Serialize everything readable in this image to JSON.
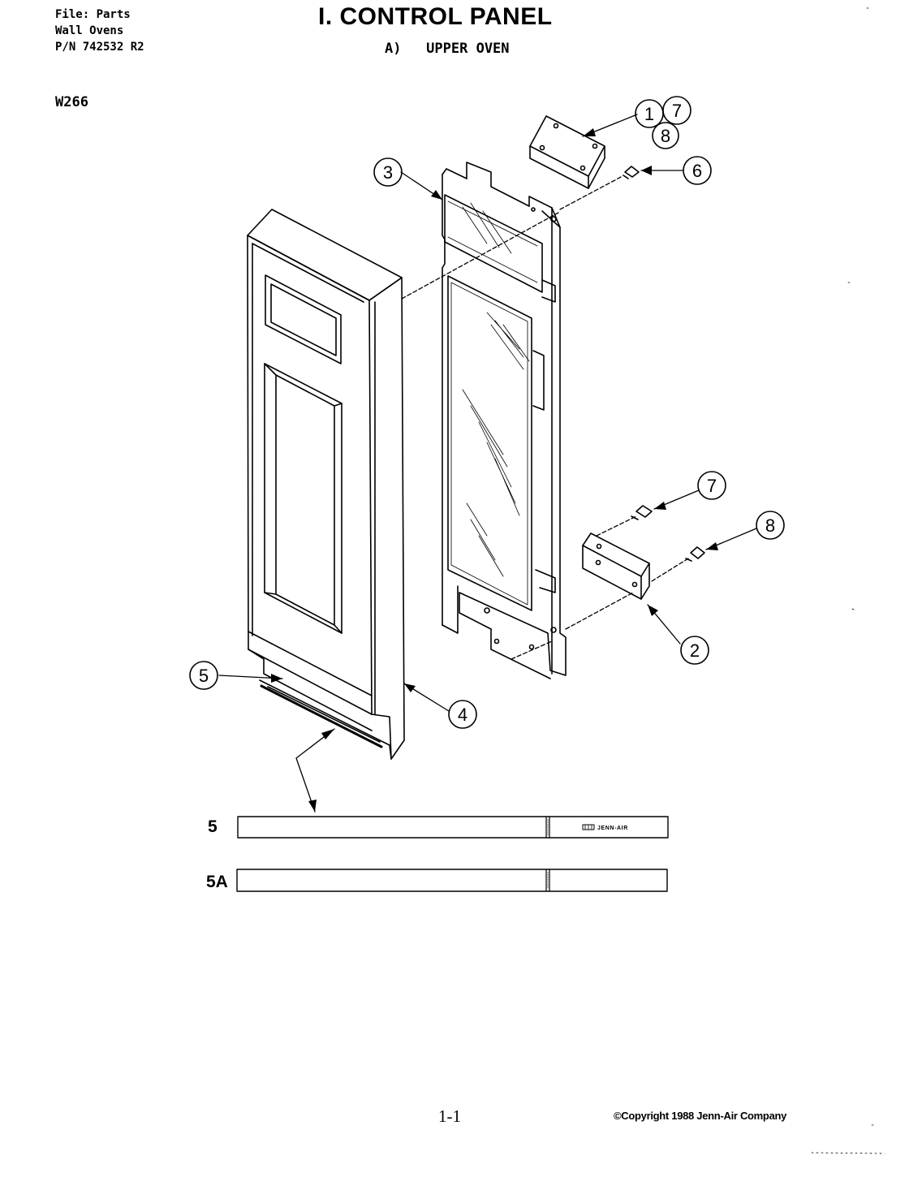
{
  "header": {
    "file_line": "File: Parts",
    "category_line": "Wall Ovens",
    "part_number_line": "P/N 742532 R2"
  },
  "title": "I. CONTROL PANEL",
  "subtitle": "A)   UPPER OVEN",
  "model": "W266",
  "callouts": [
    "1",
    "7",
    "8",
    "3",
    "6",
    "7",
    "8",
    "2",
    "5",
    "4"
  ],
  "strips": {
    "strip_5_label": "5",
    "strip_5a_label": "5A",
    "brand_text": "JENN-AIR"
  },
  "footer": {
    "page_number": "1-1",
    "copyright": "©Copyright 1988 Jenn-Air Company"
  }
}
